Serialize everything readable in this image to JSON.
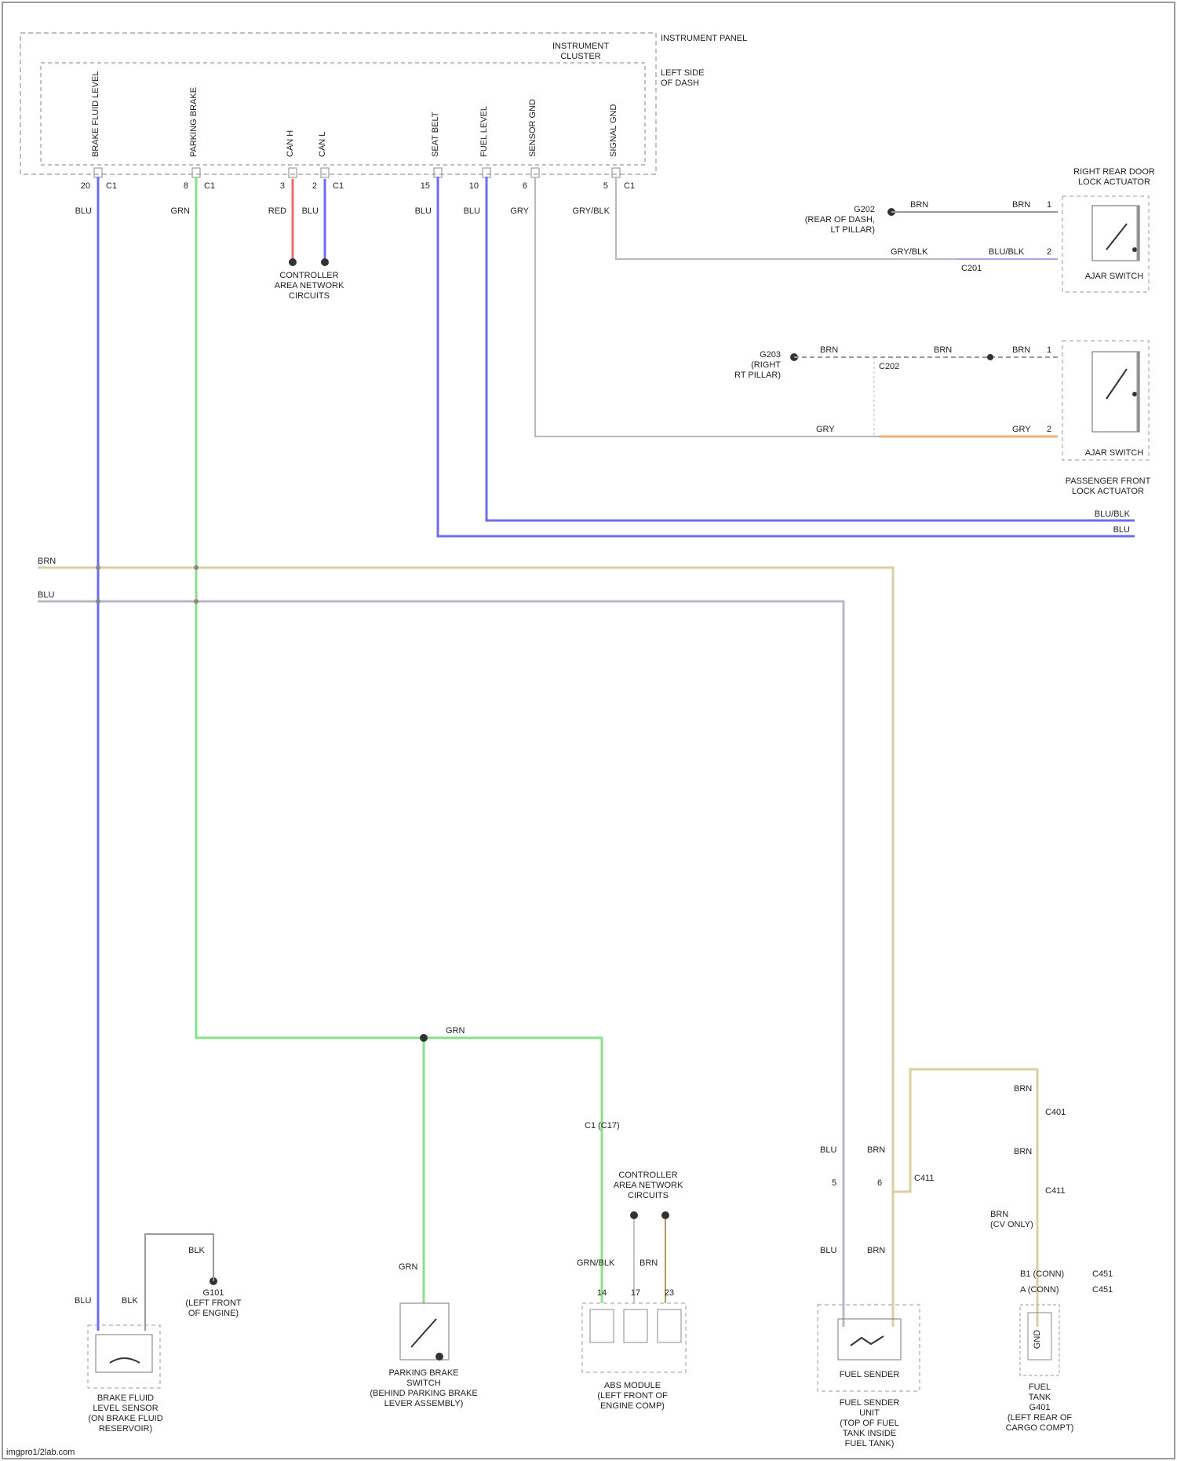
{
  "page": {
    "footer": "imgpro1/2lab.com"
  },
  "colors": {
    "frame": "#888888",
    "blue": "#6c6cf0",
    "green": "#88e088",
    "tan": "#d7d0a0",
    "grey": "#b8b8c4",
    "red": "#ef6b6b",
    "orange": "#f0b070",
    "brown": "#b9945a",
    "black": "#333333"
  },
  "top_block": {
    "outer_title": "INSTRUMENT PANEL",
    "inner_title": "INSTRUMENT\nCLUSTER",
    "side_title": "LEFT SIDE\nOF DASH",
    "pins": [
      {
        "name": "BRAKE FLUID LEVEL",
        "code": "20",
        "conn": "C1",
        "wire": "BLU"
      },
      {
        "name": "PARKING BRAKE",
        "code": "8",
        "conn": "C1",
        "wire": "GRN"
      },
      {
        "name": "CAN H",
        "code": "3",
        "conn": "",
        "wire": "RED"
      },
      {
        "name": "CAN L",
        "code": "2",
        "conn": "C1",
        "wire": "BLU"
      },
      {
        "name": "SEAT BELT",
        "code": "15",
        "conn": "",
        "wire": "BLU"
      },
      {
        "name": "FUEL LEVEL",
        "code": "10",
        "conn": "",
        "wire": "BLU"
      },
      {
        "name": "SENSOR GND",
        "code": "6",
        "conn": "",
        "wire": "GRY"
      },
      {
        "name": "SIGNAL GND",
        "code": "5",
        "conn": "C1",
        "wire": "GRY/BLK"
      }
    ],
    "can_label": "CONTROLLER\nAREA NETWORK\nCIRCUITS"
  },
  "right_components": {
    "driver_buckle": {
      "title": "RIGHT REAR DOOR\nLOCK ACTUATOR",
      "ground_label": "G202\n(REAR OF DASH,\nLT PILLAR)",
      "wire1": "BRN",
      "wire2": "GRY/BLK",
      "pin1": "1",
      "pin2": "2",
      "switch_label": "AJAR SWITCH",
      "splice": "C201",
      "wire_mid": "BLU/BLK"
    },
    "passenger_buckle": {
      "title": "PASSENGER FRONT\nLOCK ACTUATOR",
      "ground_label": "G203\n(RIGHT\nRT PILLAR)",
      "wire1": "BRN",
      "wire2": "GRY",
      "switch_label": "AJAR SWITCH",
      "splice": "C202",
      "pin1": "1",
      "pin2": "2"
    },
    "bus_labels": [
      "BLU/BLK",
      "BLU"
    ]
  },
  "bus": {
    "top_wire": "BRN",
    "second_wire": "BLU"
  },
  "bottom_components": {
    "brake_fluid": {
      "title": "BRAKE FLUID\nLEVEL SENSOR\n(ON BRAKE FLUID\nRESERVOIR)",
      "wire_in": "BLU",
      "wire_out": "BLK",
      "ground": "G101\n(LEFT FRONT\nOF ENGINE)",
      "ground_wire": "BLK"
    },
    "parking_brake": {
      "title": "PARKING BRAKE\nSWITCH\n(BEHIND PARKING BRAKE\nLEVER ASSEMBLY)",
      "wire": "GRN",
      "junction_label": "GRN"
    },
    "abs": {
      "title": "ABS MODULE\n(LEFT FRONT OF\nENGINE COMP)",
      "wire_label": "GRN/BLK",
      "conn": "C1 (C17)",
      "can_label": "CONTROLLER\nAREA NETWORK\nCIRCUITS",
      "wire2": "BRN",
      "pins": [
        "14",
        "17",
        "23"
      ]
    },
    "fuel_sender": {
      "title": "FUEL SENDER\nUNIT\n(TOP OF FUEL\nTANK INSIDE\nFUEL TANK)",
      "box_label": "FUEL SENDER",
      "wire_left": "BLU",
      "wire_right": "BRN",
      "pins": [
        "5",
        "6"
      ],
      "conn": "C411",
      "lower_left": "BLU",
      "lower_right": "BRN"
    },
    "fuel_tank": {
      "title": "FUEL\nTANK\nG401\n(LEFT REAR OF\nCARGO COMPT)",
      "wire": "BRN",
      "conn_top": "C401",
      "conn_mid": "C411",
      "side_label": "BRN\n(CV ONLY)",
      "rows": [
        "B1 (CONN)",
        "A (CONN)"
      ],
      "row_tags": [
        "C451",
        "C451"
      ],
      "box_label": "GND"
    }
  }
}
